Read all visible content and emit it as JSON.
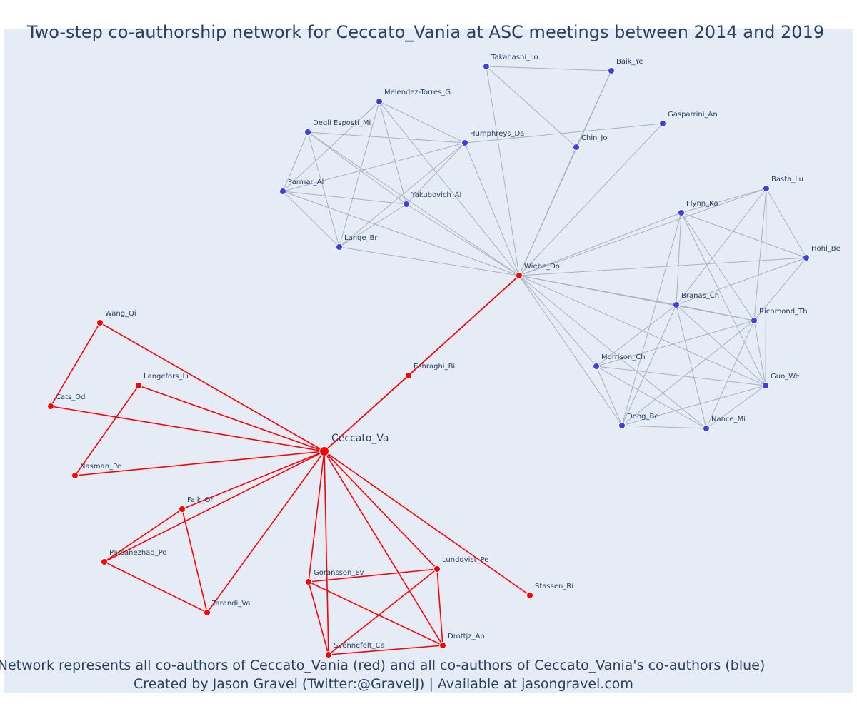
{
  "title": "Two-step co-authorship network for Ceccato_Vania at ASC meetings between 2014 and 2019",
  "caption_line1": "Network represents all co-authors of Ceccato_Vania (red) and all co-authors of Ceccato_Vania's co-authors (blue)",
  "caption_line2": "Created by Jason Gravel (Twitter:@GravelJ) | Available at jasongravel.com",
  "colors": {
    "red": "#ff0000",
    "blue": "#3a3fe8",
    "background": "#e5ecf6",
    "blue_edge": "#a9b0bf"
  },
  "chart_data": {
    "type": "network",
    "nodes": [
      {
        "id": "Ceccato_Va",
        "group": "red",
        "main": true
      },
      {
        "id": "Eshraghi_Bi",
        "group": "red"
      },
      {
        "id": "Wiebe_Do",
        "group": "red"
      },
      {
        "id": "Wang_Qi",
        "group": "red"
      },
      {
        "id": "Cats_Od",
        "group": "red"
      },
      {
        "id": "Langefors_Li",
        "group": "red"
      },
      {
        "id": "Nasman_Pe",
        "group": "red"
      },
      {
        "id": "Falk_Or",
        "group": "red"
      },
      {
        "id": "Parsanezhad_Po",
        "group": "red"
      },
      {
        "id": "Tarandi_Va",
        "group": "red"
      },
      {
        "id": "Goransson_Ev",
        "group": "red"
      },
      {
        "id": "Lundqvist_Pe",
        "group": "red"
      },
      {
        "id": "Stassen_Ri",
        "group": "red"
      },
      {
        "id": "Drottjz_An",
        "group": "red"
      },
      {
        "id": "Svennefelt_Ca",
        "group": "red"
      },
      {
        "id": "Takahashi_Lo",
        "group": "blue"
      },
      {
        "id": "Baik_Ye",
        "group": "blue"
      },
      {
        "id": "Melendez-Torres_G.",
        "group": "blue"
      },
      {
        "id": "Degli Esposti_Mi",
        "group": "blue"
      },
      {
        "id": "Humphreys_Da",
        "group": "blue"
      },
      {
        "id": "Gasparrini_An",
        "group": "blue"
      },
      {
        "id": "Chin_Jo",
        "group": "blue"
      },
      {
        "id": "Parmar_Al",
        "group": "blue"
      },
      {
        "id": "Yakubovich_Al",
        "group": "blue"
      },
      {
        "id": "Lange_Br",
        "group": "blue"
      },
      {
        "id": "Basta_Lu",
        "group": "blue"
      },
      {
        "id": "Flynn_Ka",
        "group": "blue"
      },
      {
        "id": "Hohl_Be",
        "group": "blue"
      },
      {
        "id": "Branas_Ch",
        "group": "blue"
      },
      {
        "id": "Richmond_Th",
        "group": "blue"
      },
      {
        "id": "Morrison_Ch",
        "group": "blue"
      },
      {
        "id": "Guo_We",
        "group": "blue"
      },
      {
        "id": "Dong_Be",
        "group": "blue"
      },
      {
        "id": "Nance_Mi",
        "group": "blue"
      }
    ],
    "edges": [
      [
        "Ceccato_Va",
        "Eshraghi_Bi"
      ],
      [
        "Eshraghi_Bi",
        "Wiebe_Do"
      ],
      [
        "Ceccato_Va",
        "Wiebe_Do"
      ],
      [
        "Ceccato_Va",
        "Wang_Qi"
      ],
      [
        "Ceccato_Va",
        "Cats_Od"
      ],
      [
        "Wang_Qi",
        "Cats_Od"
      ],
      [
        "Ceccato_Va",
        "Langefors_Li"
      ],
      [
        "Langefors_Li",
        "Nasman_Pe"
      ],
      [
        "Ceccato_Va",
        "Nasman_Pe"
      ],
      [
        "Ceccato_Va",
        "Falk_Or"
      ],
      [
        "Ceccato_Va",
        "Parsanezhad_Po"
      ],
      [
        "Ceccato_Va",
        "Tarandi_Va"
      ],
      [
        "Falk_Or",
        "Parsanezhad_Po"
      ],
      [
        "Falk_Or",
        "Tarandi_Va"
      ],
      [
        "Parsanezhad_Po",
        "Tarandi_Va"
      ],
      [
        "Ceccato_Va",
        "Goransson_Ev"
      ],
      [
        "Ceccato_Va",
        "Lundqvist_Pe"
      ],
      [
        "Ceccato_Va",
        "Stassen_Ri"
      ],
      [
        "Ceccato_Va",
        "Drottjz_An"
      ],
      [
        "Ceccato_Va",
        "Svennefelt_Ca"
      ],
      [
        "Goransson_Ev",
        "Lundqvist_Pe"
      ],
      [
        "Goransson_Ev",
        "Drottjz_An"
      ],
      [
        "Goransson_Ev",
        "Svennefelt_Ca"
      ],
      [
        "Lundqvist_Pe",
        "Drottjz_An"
      ],
      [
        "Lundqvist_Pe",
        "Svennefelt_Ca"
      ],
      [
        "Drottjz_An",
        "Svennefelt_Ca"
      ],
      [
        "Takahashi_Lo",
        "Baik_Ye"
      ],
      [
        "Takahashi_Lo",
        "Chin_Jo"
      ],
      [
        "Takahashi_Lo",
        "Wiebe_Do"
      ],
      [
        "Baik_Ye",
        "Chin_Jo"
      ],
      [
        "Baik_Ye",
        "Wiebe_Do"
      ],
      [
        "Chin_Jo",
        "Wiebe_Do"
      ],
      [
        "Gasparrini_An",
        "Humphreys_Da"
      ],
      [
        "Gasparrini_An",
        "Wiebe_Do"
      ],
      [
        "Melendez-Torres_G.",
        "Humphreys_Da"
      ],
      [
        "Melendez-Torres_G.",
        "Parmar_Al"
      ],
      [
        "Melendez-Torres_G.",
        "Lange_Br"
      ],
      [
        "Melendez-Torres_G.",
        "Yakubovich_Al"
      ],
      [
        "Melendez-Torres_G.",
        "Wiebe_Do"
      ],
      [
        "Degli Esposti_Mi",
        "Humphreys_Da"
      ],
      [
        "Degli Esposti_Mi",
        "Parmar_Al"
      ],
      [
        "Degli Esposti_Mi",
        "Lange_Br"
      ],
      [
        "Degli Esposti_Mi",
        "Yakubovich_Al"
      ],
      [
        "Degli Esposti_Mi",
        "Wiebe_Do"
      ],
      [
        "Humphreys_Da",
        "Parmar_Al"
      ],
      [
        "Humphreys_Da",
        "Yakubovich_Al"
      ],
      [
        "Humphreys_Da",
        "Lange_Br"
      ],
      [
        "Humphreys_Da",
        "Wiebe_Do"
      ],
      [
        "Parmar_Al",
        "Yakubovich_Al"
      ],
      [
        "Parmar_Al",
        "Lange_Br"
      ],
      [
        "Parmar_Al",
        "Wiebe_Do"
      ],
      [
        "Yakubovich_Al",
        "Lange_Br"
      ],
      [
        "Yakubovich_Al",
        "Wiebe_Do"
      ],
      [
        "Lange_Br",
        "Wiebe_Do"
      ],
      [
        "Wiebe_Do",
        "Flynn_Ka"
      ],
      [
        "Wiebe_Do",
        "Basta_Lu"
      ],
      [
        "Wiebe_Do",
        "Hohl_Be"
      ],
      [
        "Wiebe_Do",
        "Branas_Ch"
      ],
      [
        "Wiebe_Do",
        "Richmond_Th"
      ],
      [
        "Wiebe_Do",
        "Morrison_Ch"
      ],
      [
        "Wiebe_Do",
        "Guo_We"
      ],
      [
        "Wiebe_Do",
        "Dong_Be"
      ],
      [
        "Wiebe_Do",
        "Nance_Mi"
      ],
      [
        "Basta_Lu",
        "Flynn_Ka"
      ],
      [
        "Basta_Lu",
        "Hohl_Be"
      ],
      [
        "Basta_Lu",
        "Branas_Ch"
      ],
      [
        "Basta_Lu",
        "Richmond_Th"
      ],
      [
        "Basta_Lu",
        "Guo_We"
      ],
      [
        "Flynn_Ka",
        "Hohl_Be"
      ],
      [
        "Flynn_Ka",
        "Branas_Ch"
      ],
      [
        "Flynn_Ka",
        "Richmond_Th"
      ],
      [
        "Flynn_Ka",
        "Dong_Be"
      ],
      [
        "Flynn_Ka",
        "Guo_We"
      ],
      [
        "Hohl_Be",
        "Branas_Ch"
      ],
      [
        "Hohl_Be",
        "Richmond_Th"
      ],
      [
        "Branas_Ch",
        "Richmond_Th"
      ],
      [
        "Branas_Ch",
        "Morrison_Ch"
      ],
      [
        "Branas_Ch",
        "Guo_We"
      ],
      [
        "Branas_Ch",
        "Dong_Be"
      ],
      [
        "Branas_Ch",
        "Nance_Mi"
      ],
      [
        "Richmond_Th",
        "Morrison_Ch"
      ],
      [
        "Richmond_Th",
        "Guo_We"
      ],
      [
        "Richmond_Th",
        "Dong_Be"
      ],
      [
        "Richmond_Th",
        "Nance_Mi"
      ],
      [
        "Morrison_Ch",
        "Guo_We"
      ],
      [
        "Morrison_Ch",
        "Dong_Be"
      ],
      [
        "Morrison_Ch",
        "Nance_Mi"
      ],
      [
        "Guo_We",
        "Dong_Be"
      ],
      [
        "Guo_We",
        "Nance_Mi"
      ],
      [
        "Dong_Be",
        "Nance_Mi"
      ]
    ]
  }
}
